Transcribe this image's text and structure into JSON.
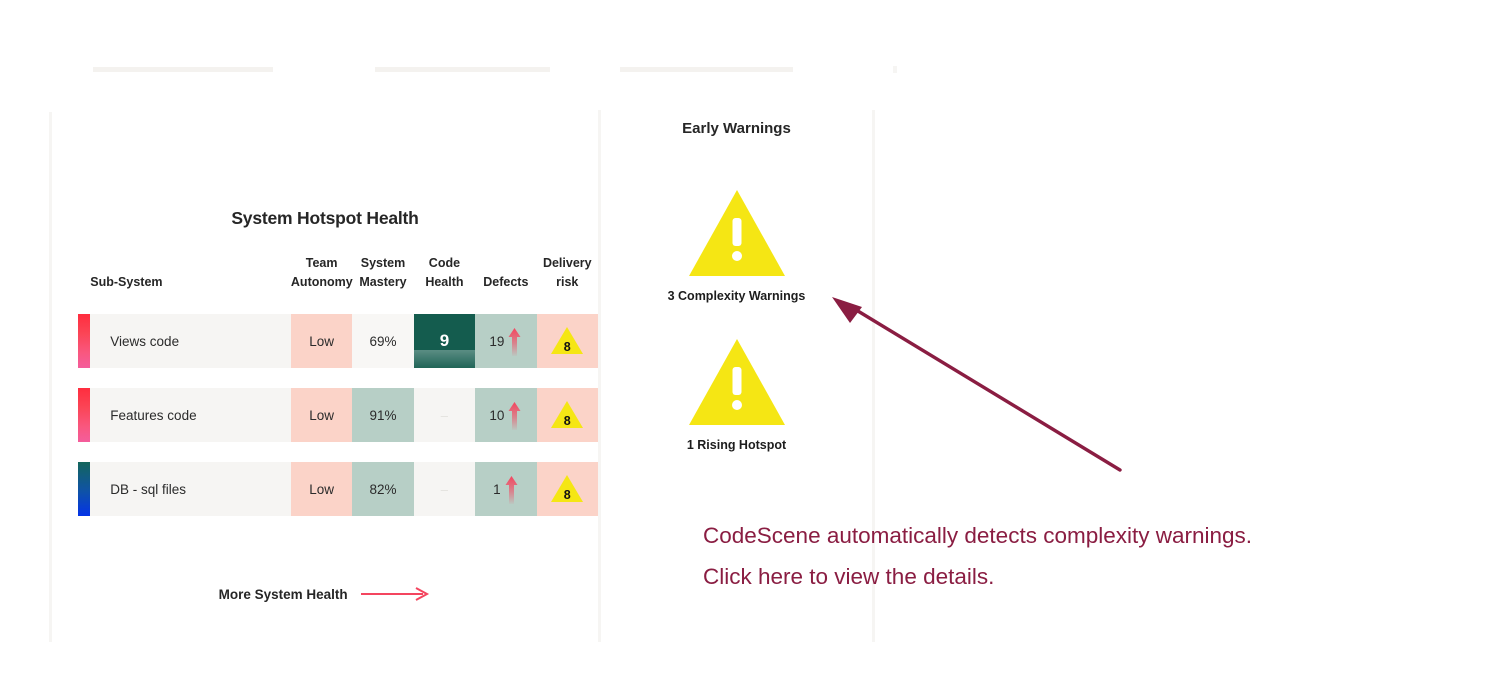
{
  "colors": {
    "accent_pink": "#f43f5e",
    "callout_maroon": "#8a1d42",
    "warning_yellow": "#f5e614",
    "health_green": "#145c4e",
    "cell_pink": "#fbd3c8",
    "cell_sage": "#b7cfc6",
    "row_bg": "#f6f5f3",
    "divider": "#f6f5f3"
  },
  "hotspot": {
    "title": "System Hotspot Health",
    "columns": [
      {
        "key": "name",
        "label": "Sub-System"
      },
      {
        "key": "autonomy",
        "label": "Team Autonomy"
      },
      {
        "key": "mastery",
        "label": "System Mastery"
      },
      {
        "key": "health",
        "label": "Code Health"
      },
      {
        "key": "defects",
        "label": "Defects"
      },
      {
        "key": "risk",
        "label": "Delivery risk"
      }
    ],
    "rows": [
      {
        "name": "Views code",
        "autonomy": "Low",
        "mastery": "69%",
        "health": "9",
        "defects": "19",
        "defects_trend": "up",
        "risk": "8",
        "bar": "red-pink"
      },
      {
        "name": "Features code",
        "autonomy": "Low",
        "mastery": "91%",
        "health": "–",
        "defects": "10",
        "defects_trend": "up",
        "risk": "8",
        "bar": "red-pink"
      },
      {
        "name": "DB - sql files",
        "autonomy": "Low",
        "mastery": "82%",
        "health": "–",
        "defects": "1",
        "defects_trend": "up",
        "risk": "8",
        "bar": "teal-blue"
      }
    ],
    "more_link": "More System Health"
  },
  "warnings": {
    "title": "Early Warnings",
    "items": [
      {
        "icon": "warning-triangle-icon",
        "caption": "3 Complexity Warnings"
      },
      {
        "icon": "warning-triangle-icon",
        "caption": "1 Rising Hotspot"
      }
    ]
  },
  "callout": {
    "line1": "CodeScene automatically detects complexity warnings.",
    "line2": "Click here to view the details."
  }
}
